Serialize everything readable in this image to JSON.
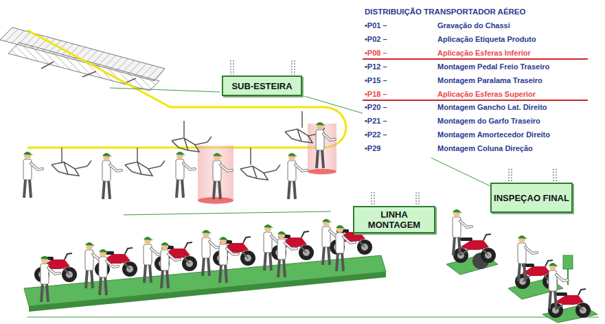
{
  "diagram": {
    "title": "DISTRIBUIÇÃO TRANSPORTADOR AÉREO",
    "nodes": [
      {
        "text": [
          "SUB-ESTEIRA"
        ]
      },
      {
        "text": [
          "LINHA MONTAGEM"
        ]
      },
      {
        "text": [
          "INSPEÇAO FINAL"
        ]
      }
    ],
    "labels": [
      "•P01 –",
      "Gravação do Chassi",
      "•P02 –",
      "Aplicação Etiqueta Produto",
      "•P08 –",
      "Aplicação Esferas Inferior",
      "•P12 –",
      "Montagem Pedal Freio Traseiro",
      "•P15 –",
      "Montagem Paralama Traseiro",
      "•P18 –",
      "Aplicação Esferas Superior",
      "•P20 –",
      "Montagem Gancho Lat. Direito",
      "•P21 –",
      "Montagem do Garfo Traseiro",
      "•P22 –",
      "Montagem Amortecedor Direito",
      "•P29",
      "Montagem Coluna Direção"
    ]
  }
}
